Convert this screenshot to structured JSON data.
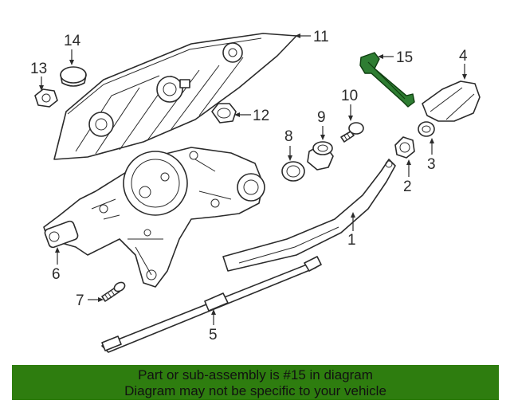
{
  "callouts": {
    "c1": "1",
    "c2": "2",
    "c3": "3",
    "c4": "4",
    "c5": "5",
    "c6": "6",
    "c7": "7",
    "c8": "8",
    "c9": "9",
    "c10": "10",
    "c11": "11",
    "c12": "12",
    "c13": "13",
    "c14": "14",
    "c15": "15"
  },
  "highlight_color": "#2e7d32",
  "banner": {
    "line1": "Part or sub-assembly is #15 in diagram",
    "line2": "Diagram may not be specific to your vehicle",
    "color": "#2e7d0f"
  }
}
